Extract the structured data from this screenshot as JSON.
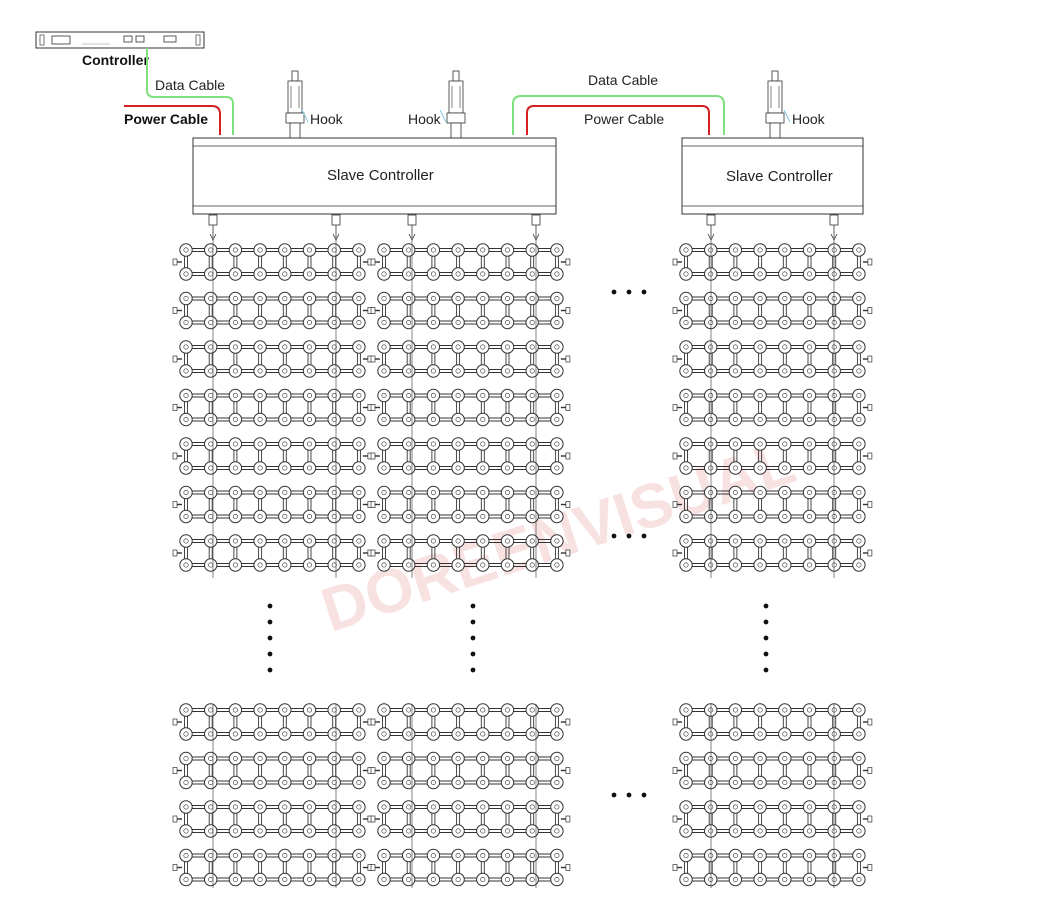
{
  "labels": {
    "controller": "Controller",
    "data_cable_left": "Data Cable",
    "power_cable_left": "Power Cable",
    "data_cable_right": "Data Cable",
    "power_cable_right": "Power Cable",
    "hook": "Hook",
    "slave_controller": "Slave Controller",
    "watermark": "DOREENVISUAL"
  },
  "colors": {
    "data_cable": "#7ee07e",
    "power_cable": "#d42020",
    "line": "#333333",
    "watermark": "#f4c9c9"
  },
  "icons": {
    "controller_unit": "rack-controller-icon",
    "hook": "hook-icon",
    "connector": "connector-icon"
  },
  "grid": {
    "columns": 3,
    "upper_rows": 7,
    "lower_rows": 4,
    "nodes_per_row": 8
  }
}
